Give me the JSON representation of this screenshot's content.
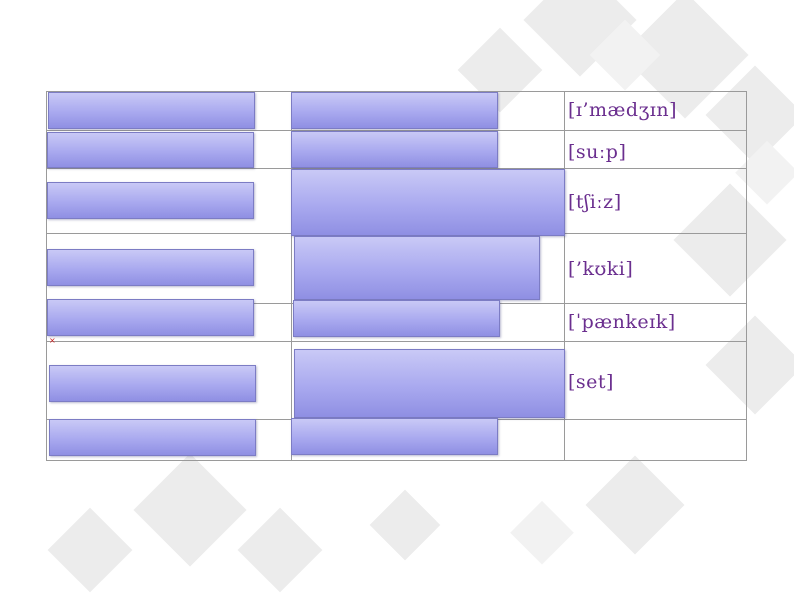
{
  "table": {
    "rows": [
      {
        "phonetic": "[ɪ’mædʒɪn]"
      },
      {
        "phonetic": "[suːp]"
      },
      {
        "phonetic": "[tʃiːz]"
      },
      {
        "phonetic": "[’kʊki]"
      },
      {
        "phonetic": "[ˈpænkeɪk]"
      },
      {
        "phonetic": "[set]"
      },
      {
        "phonetic": ""
      }
    ],
    "stray_mark": "×"
  },
  "colors": {
    "phonetic_text": "#6b2f8f",
    "cover_fill": "#a9a9ef",
    "grid_line": "#9a9a9a"
  }
}
